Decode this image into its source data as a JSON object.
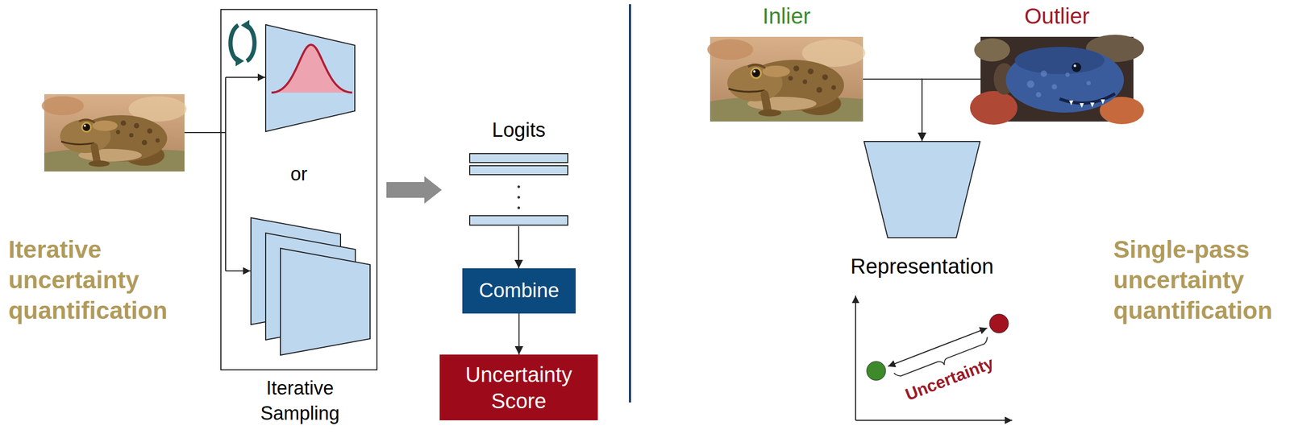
{
  "diagram": {
    "nodes": [
      {
        "text": [
          "or",
          "Iterative Sampling"
        ]
      },
      {
        "text": [
          "Logits"
        ]
      },
      {
        "text": [
          "Combine"
        ]
      },
      {
        "text": [
          "Uncertainty Score"
        ]
      },
      {
        "text": [
          "Inlier"
        ]
      },
      {
        "text": [
          "Outlier"
        ]
      },
      {
        "text": [
          "Representation"
        ]
      }
    ],
    "edges": [
      {
        "from": 0,
        "to": 1,
        "arrow": "to"
      },
      {
        "from": 1,
        "to": 2,
        "arrow": "to"
      },
      {
        "from": 2,
        "to": 3,
        "arrow": "to"
      },
      {
        "from": 4,
        "to": 6,
        "arrow": "to"
      },
      {
        "from": 5,
        "to": 6,
        "arrow": "to"
      }
    ],
    "labels": [
      "Iterative uncertainty quantification",
      "Single-pass uncertainty quantification",
      "Uncertainty"
    ]
  }
}
